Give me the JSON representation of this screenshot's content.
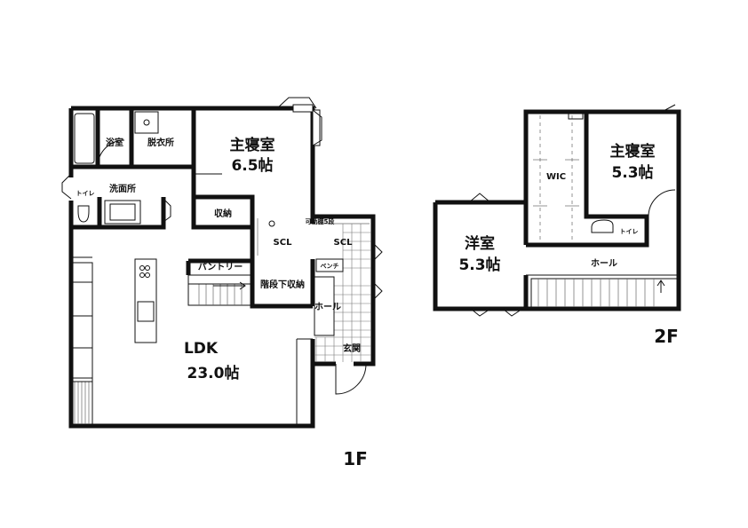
{
  "floor1": {
    "label": "1F",
    "rooms": {
      "master_bedroom": {
        "name": "主寝室",
        "size": "6.5帖"
      },
      "ldk": {
        "name": "LDK",
        "size": "23.0帖"
      },
      "bath": "浴室",
      "dressing": "脱衣所",
      "washroom": "洗面所",
      "toilet": "トイレ",
      "storage": "収納",
      "pantry": "パントリー",
      "under_stair_storage": "階段下収納",
      "scl_1": "SCL",
      "scl_2": "SCL",
      "shelves": "可動棚5段",
      "bench": "ベンチ",
      "hall": "ホール",
      "entrance": "玄関"
    }
  },
  "floor2": {
    "label": "2F",
    "rooms": {
      "master_bedroom": {
        "name": "主寝室",
        "size": "5.3帖"
      },
      "western_room": {
        "name": "洋室",
        "size": "5.3帖"
      },
      "wic": "WIC",
      "toilet": "トイレ",
      "hall": "ホール"
    }
  }
}
